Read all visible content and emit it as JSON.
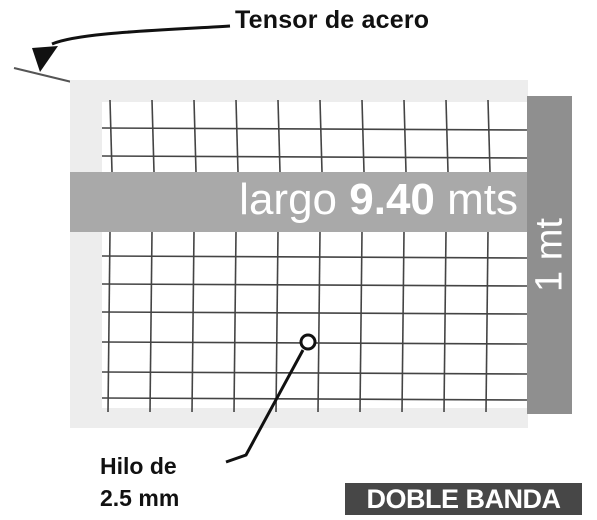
{
  "tensor_label": "Tensor de acero",
  "length": {
    "prefix": "largo ",
    "value": "9.40",
    "unit": " mts"
  },
  "height_label": "1 mt",
  "hilo": {
    "line1": "Hilo de",
    "line2": "2.5 mm"
  },
  "brand_badge": "DOBLE BANDA",
  "colors": {
    "band": "#a9a9a9",
    "height_bar": "#8f8f8f",
    "badge": "#474747",
    "net": "#444444",
    "frame": "#e6e6e6"
  }
}
